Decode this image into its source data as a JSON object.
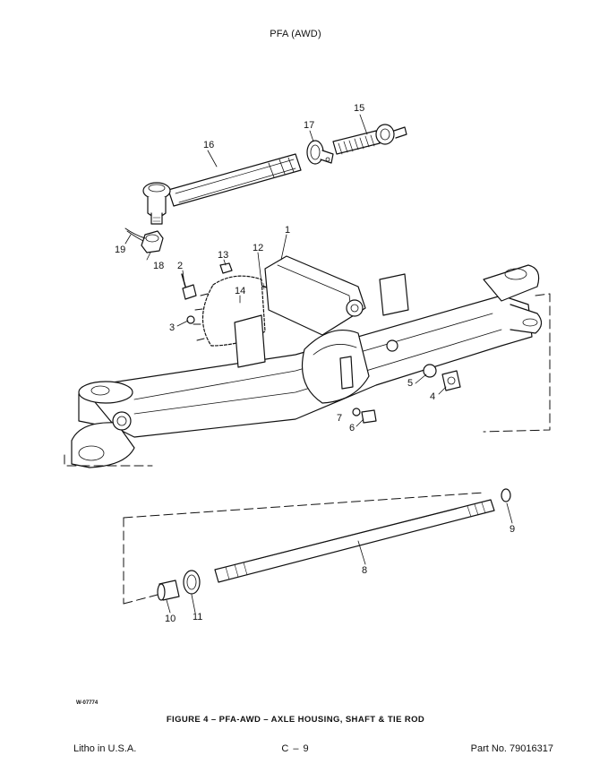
{
  "header": {
    "title": "PFA (AWD)"
  },
  "drawing_code": "W-07774",
  "callouts": [
    {
      "id": "c1",
      "text": "1"
    },
    {
      "id": "c2",
      "text": "2"
    },
    {
      "id": "c3",
      "text": "3"
    },
    {
      "id": "c4",
      "text": "4"
    },
    {
      "id": "c5",
      "text": "5"
    },
    {
      "id": "c6",
      "text": "6"
    },
    {
      "id": "c7",
      "text": "7"
    },
    {
      "id": "c8",
      "text": "8"
    },
    {
      "id": "c9",
      "text": "9"
    },
    {
      "id": "c10",
      "text": "10"
    },
    {
      "id": "c11",
      "text": "11"
    },
    {
      "id": "c12",
      "text": "12"
    },
    {
      "id": "c13",
      "text": "13"
    },
    {
      "id": "c14",
      "text": "14"
    },
    {
      "id": "c15",
      "text": "15"
    },
    {
      "id": "c16",
      "text": "16"
    },
    {
      "id": "c17",
      "text": "17"
    },
    {
      "id": "c18",
      "text": "18"
    },
    {
      "id": "c19",
      "text": "19"
    }
  ],
  "figure_caption": "FIGURE   4  – PFA-AWD – AXLE HOUSING, SHAFT & TIE ROD",
  "footer": {
    "left": "Litho in U.S.A.",
    "center": "C – 9",
    "right": "Part No. 79016317"
  }
}
